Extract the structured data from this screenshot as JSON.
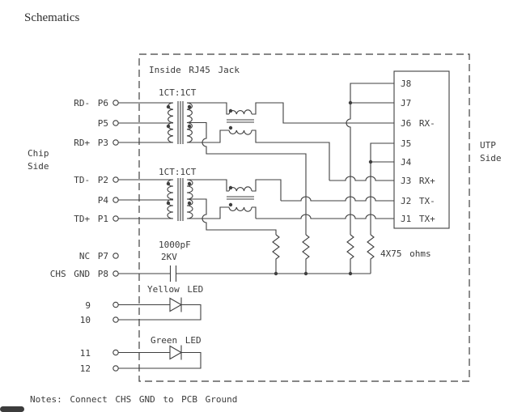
{
  "page": {
    "title": "Schematics",
    "notes": "Notes: Connect CHS GND to PCB Ground"
  },
  "diagram": {
    "inside_label": "Inside RJ45 Jack",
    "side_labels": {
      "chip": [
        "Chip",
        "Side"
      ],
      "utp": [
        "UTP",
        "Side"
      ]
    },
    "transformers": {
      "rx_ratio": "1CT:1CT",
      "tx_ratio": "1CT:1CT"
    },
    "capacitor": {
      "value": "1000pF",
      "rating": "2KV"
    },
    "termination_label": "4X75 ohms",
    "leds": {
      "yellow": "Yellow LED",
      "green": "Green LED"
    },
    "chip_pins": [
      "RD- P6",
      "P5",
      "RD+ P3",
      "TD- P2",
      "P4",
      "TD+ P1",
      "NC P7",
      "CHS GND P8",
      "9",
      "10",
      "11",
      "12"
    ],
    "jack_pins": [
      "J8",
      "J7",
      "J6 RX-",
      "J5",
      "J4",
      "J3 RX+",
      "J2 TX-",
      "J1 TX+"
    ],
    "colors": {
      "line": "#3f3f3f",
      "text": "#3a3a3a",
      "background": "#ffffff"
    }
  }
}
